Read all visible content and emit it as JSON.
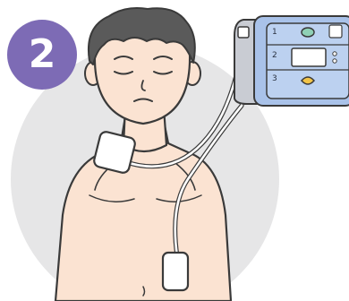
{
  "step": {
    "number": "2"
  },
  "aed": {
    "labels": [
      "1",
      "2",
      "3"
    ]
  },
  "colors": {
    "badge": "#7d6bb5",
    "backdrop": "#e6e6e7",
    "skin": "#fbe3d2",
    "hair": "#5a5a5a",
    "aed_panel": "#a9c2e9",
    "aed_shell": "#c9ccd3",
    "pad": "#ffffff",
    "power_button": "#8fd0b5",
    "shock_button": "#f2c448",
    "outline": "#3a3a3a"
  },
  "icons": [
    "step-badge",
    "patient-illustration",
    "aed-device",
    "electrode-pad",
    "heart-shock-icon"
  ]
}
